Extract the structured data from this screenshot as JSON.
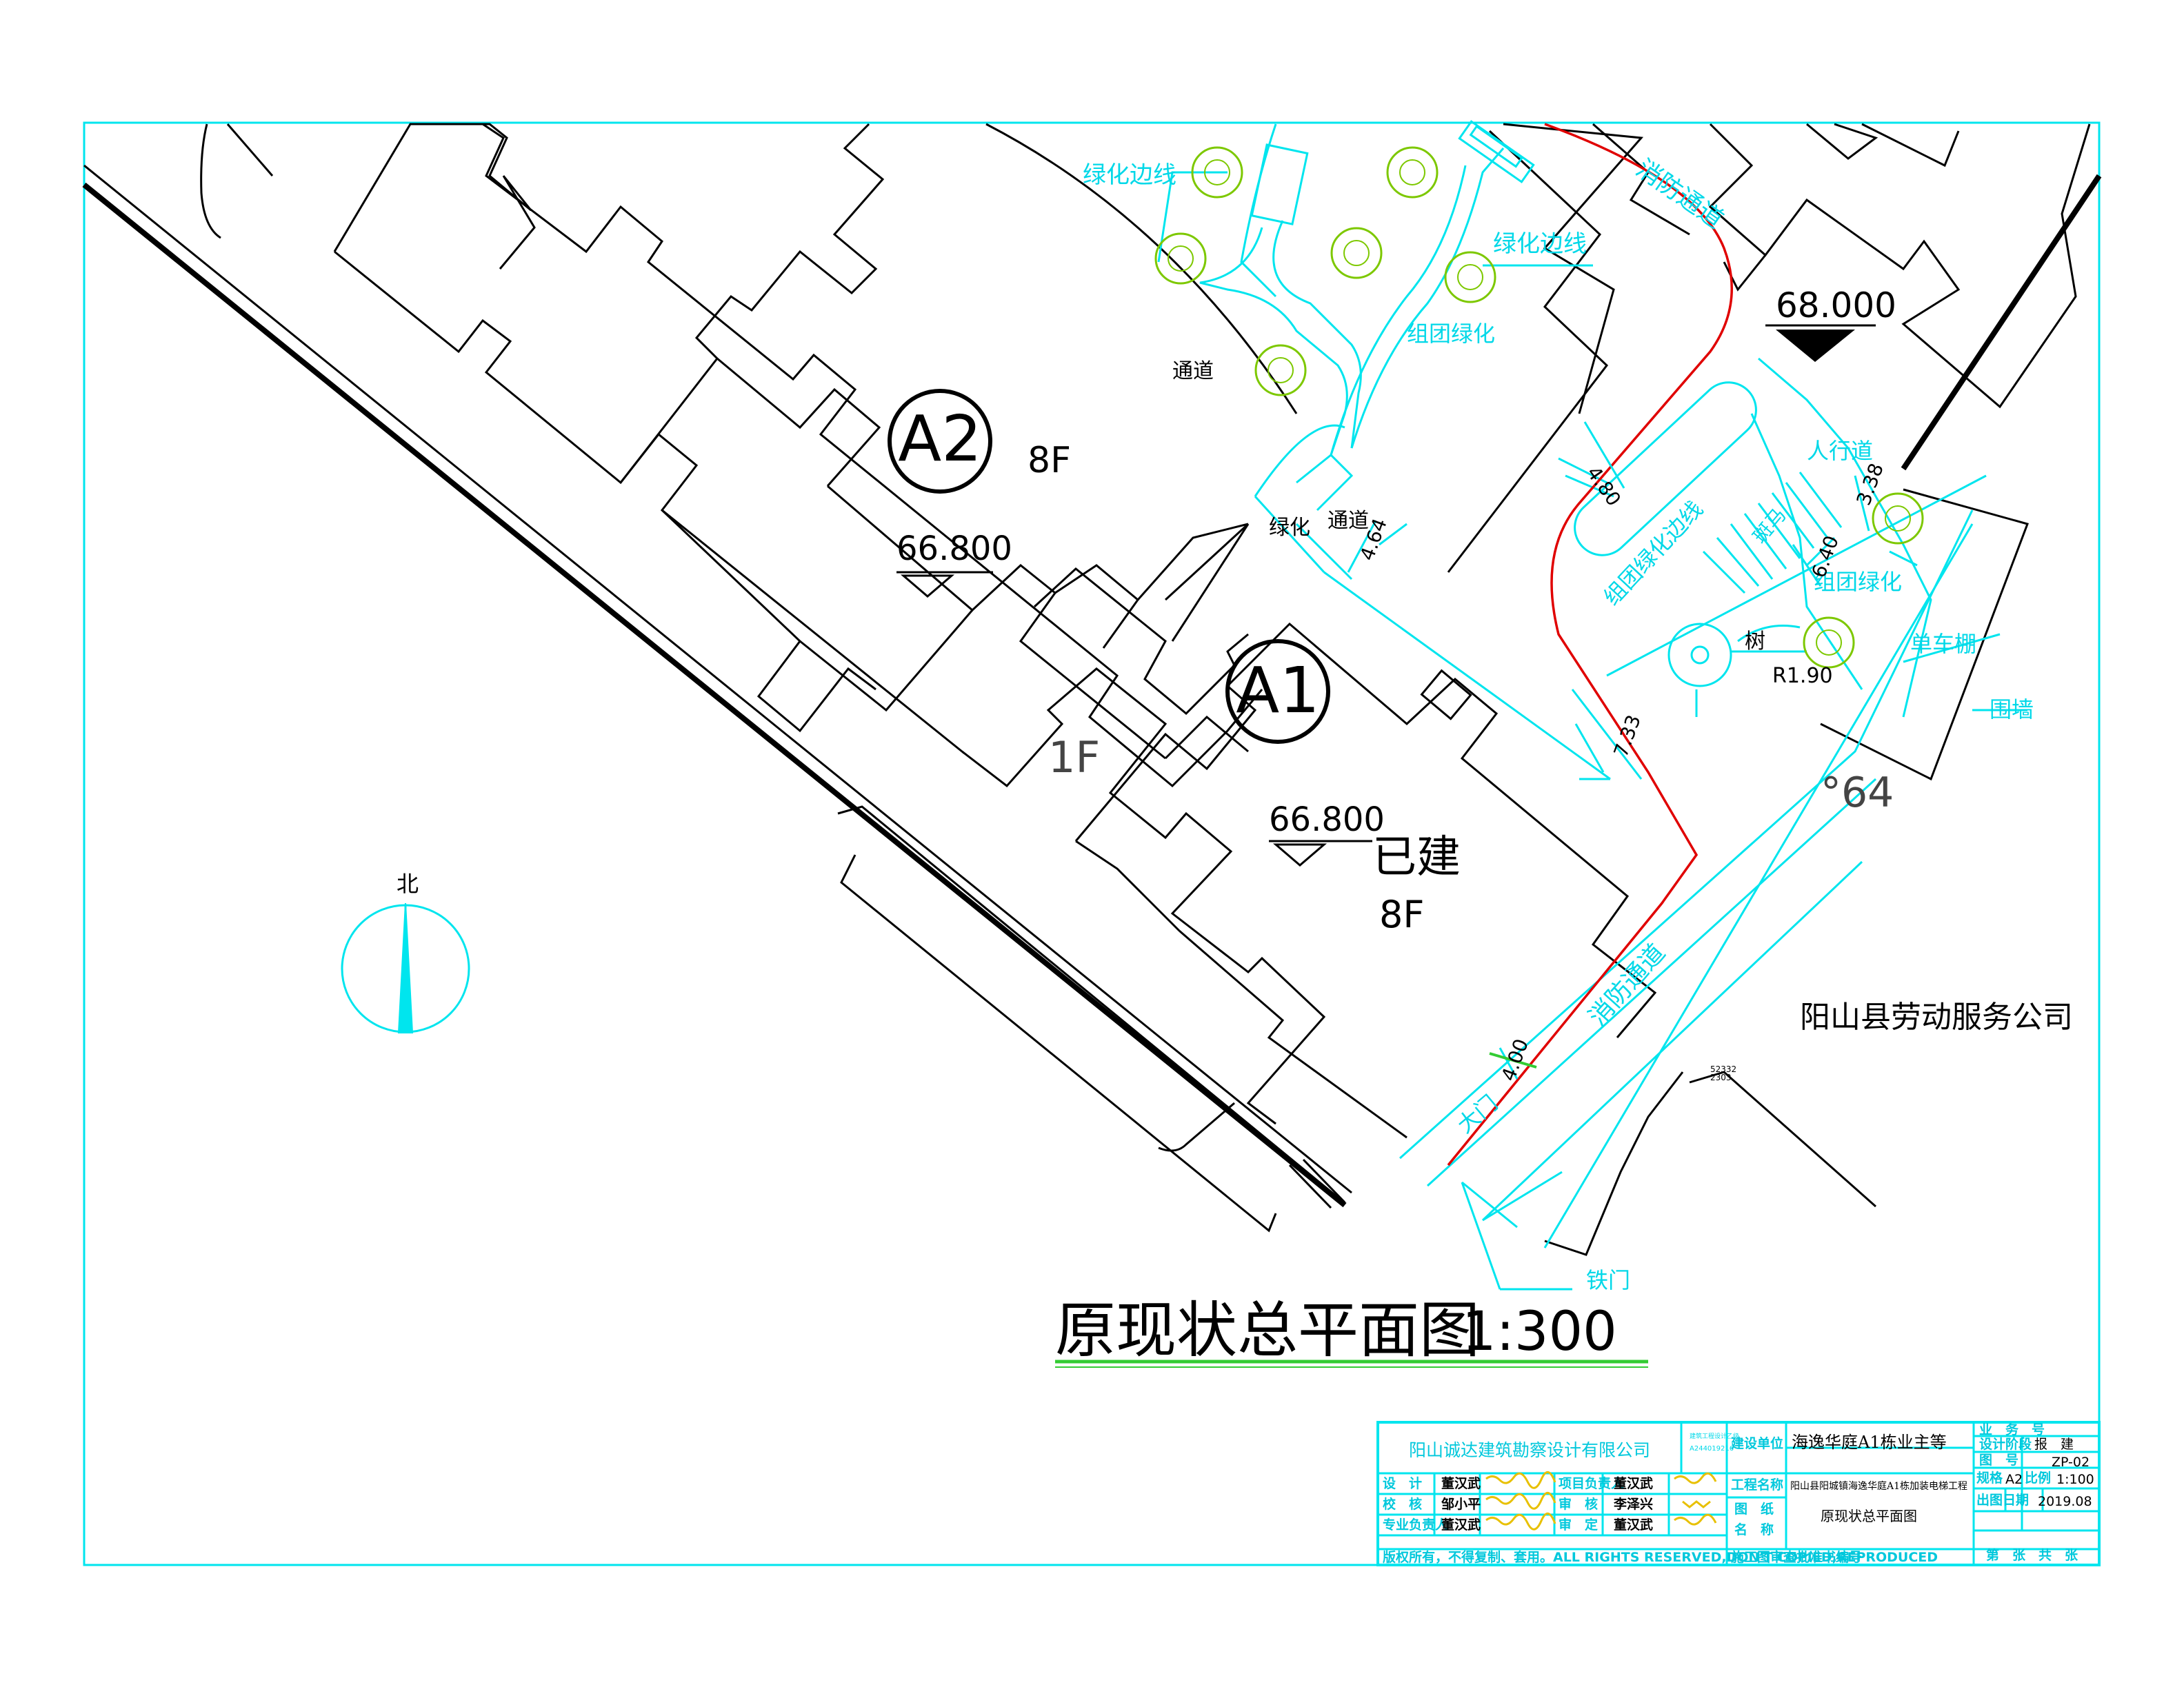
{
  "drawing": {
    "title": "原现状总平面图",
    "title_scale": "1:300"
  },
  "buildings": {
    "a1_label": "A1",
    "a1_floors": "8F",
    "a1_status": "已建",
    "a1_elevation": "66.800",
    "a2_label": "A2",
    "a2_floors": "8F",
    "a2_elevation": "66.800",
    "podium_floors": "1F"
  },
  "site": {
    "elevation": "68.000",
    "neighbor": "阳山县劳动服务公司",
    "north": "北",
    "passage_1": "通道",
    "passage_2": "通道",
    "greening": "绿化",
    "corner_number": "°64"
  },
  "labels": {
    "green_line_1": "绿化边线",
    "green_line_2": "绿化边线",
    "green_line_3": "组团绿化边线",
    "group_green_1": "组团绿化",
    "group_green_2": "组团绿化",
    "fire_lane_1": "消防通道",
    "fire_lane_2": "消防通道",
    "sidewalk": "人行道",
    "crosswalk": "斑马",
    "tree": "树",
    "bike_shed": "单车棚",
    "wall": "围墙",
    "gate": "大门",
    "iron_gate": "铁门",
    "small_1": "52332",
    "small_2": "2303"
  },
  "dimensions": {
    "d1": "4.80",
    "d2": "4.64",
    "d3": "3.38",
    "d4": "6.40",
    "d5": "R1.90",
    "d6": "7.33",
    "d7": "4.00"
  },
  "title_block": {
    "company": "阳山诚达建筑勘察设计有限公司",
    "cert_1": "建筑工程设计乙级",
    "cert_2": "A244019216",
    "client_label": "建设单位",
    "client": "海逸华庭A1栋业主等",
    "project_label": "工程名称",
    "project": "阳山县阳城镇海逸华庭A1栋加装电梯工程",
    "drawing_label_1": "图　纸",
    "drawing_label_2": "名　称",
    "drawing_name": "原现状总平面图",
    "profession_label": "业　务　号",
    "stage_label": "设计阶段",
    "stage": "报　建",
    "number_label": "图　号",
    "number": "ZP-02",
    "size_label": "规格",
    "size": "A2",
    "scale_label": "比例",
    "scale": "1:100",
    "date_label": "出图日期",
    "date": "2019.08",
    "sheet_label": "第　张　共　张",
    "r_design": "设　计",
    "r_design_name": "董汉武",
    "r_check": "校　核",
    "r_check_name": "邹小平",
    "r_specialty": "专业负责人",
    "r_specialty_name": "董汉武",
    "r_project_lead": "项目负责人",
    "r_project_lead_name": "董汉武",
    "r_review": "审　核",
    "r_review_name": "李泽兴",
    "r_approve": "审　定",
    "r_approve_name": "董汉武",
    "copyright": "版权所有，不得复制、套用。ALL RIGHTS RESERVED,DON'T COPIED,REPRODUCED",
    "approval_no": "施工图审查批准书编号"
  }
}
